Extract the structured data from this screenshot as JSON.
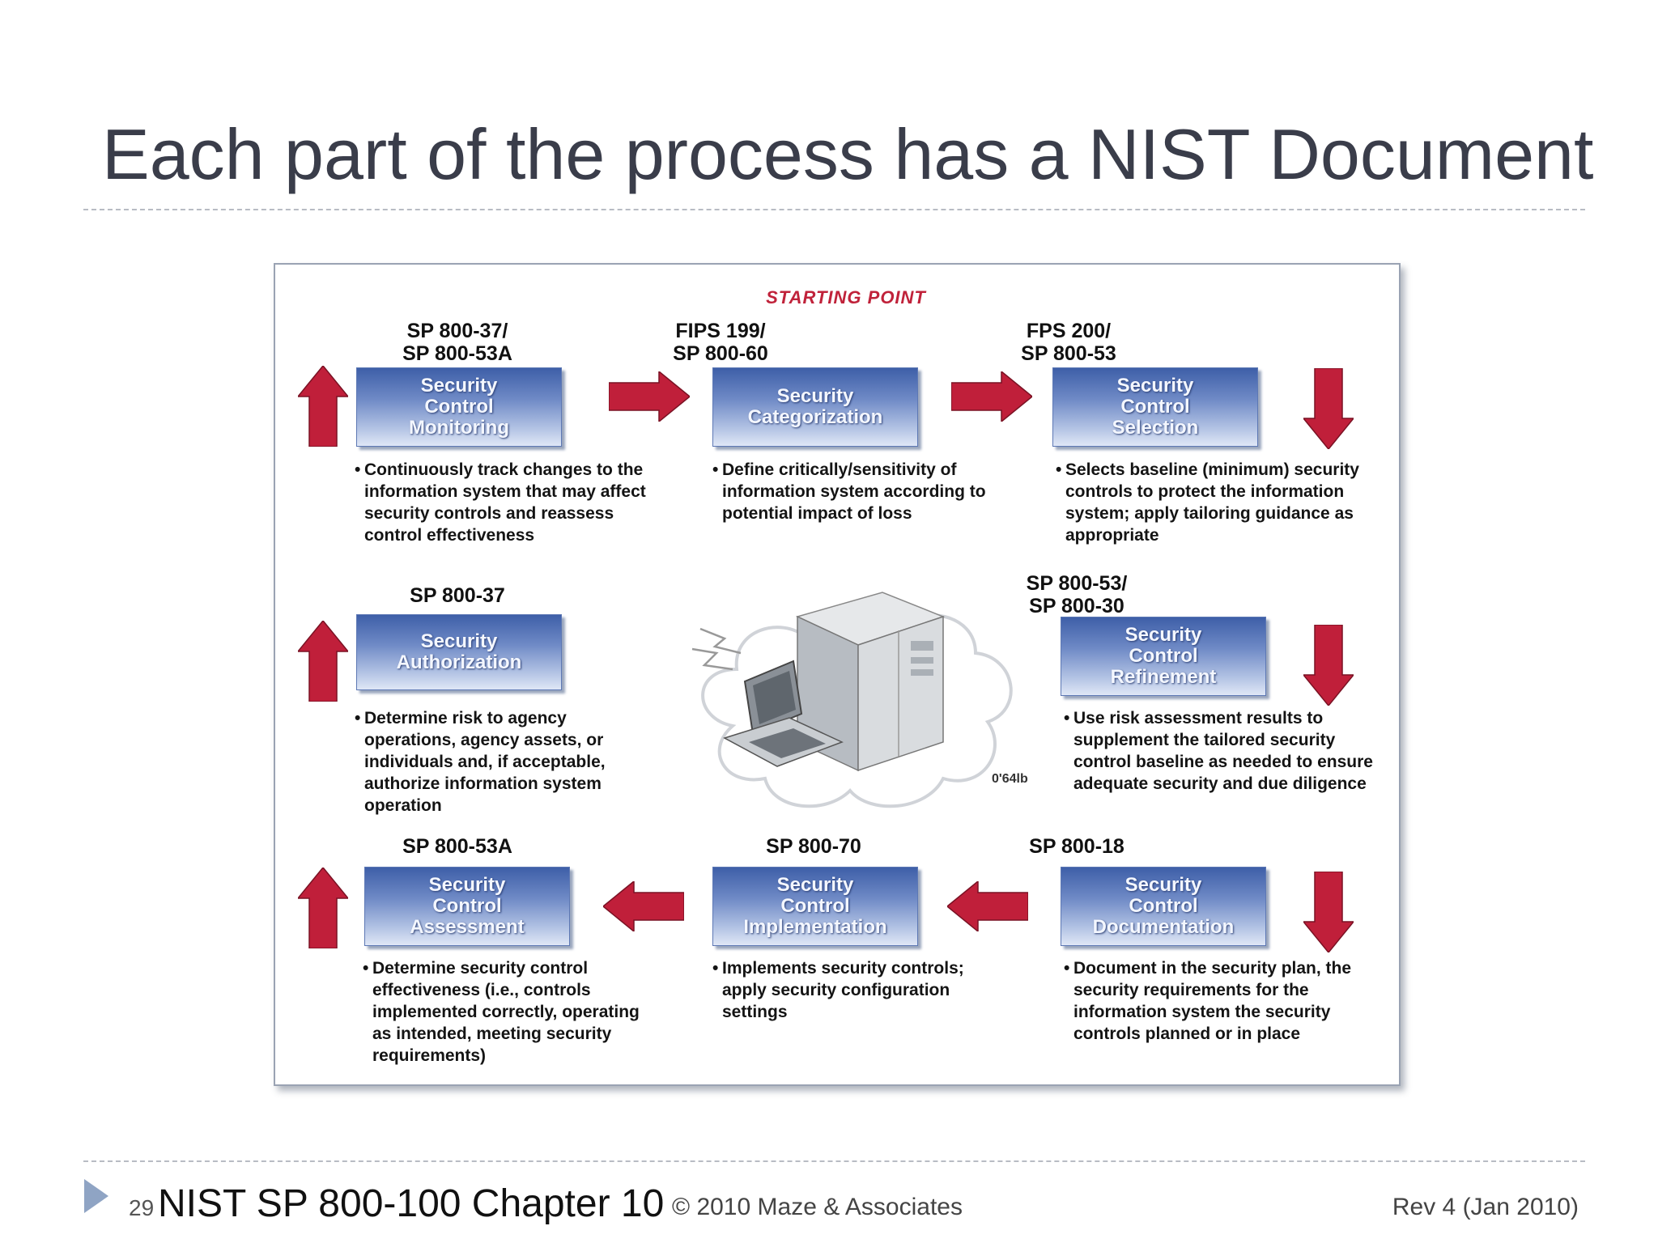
{
  "slide": {
    "title": "Each part of the process has a NIST Document",
    "page_number": "29",
    "footer_title": "NIST SP 800-100 Chapter 10",
    "copyright": "© 2010 Maze & Associates",
    "revision": "Rev 4 (Jan 2010)"
  },
  "diagram": {
    "starting_point": "STARTING POINT",
    "figure_code": "0'64lb",
    "steps": {
      "monitoring": {
        "doc_line1": "SP 800-37/",
        "doc_line2": "SP 800-53A",
        "box_line1": "Security",
        "box_line2": "Control",
        "box_line3": "Monitoring",
        "desc": [
          "Continuously track changes to the",
          "information system that may affect",
          "security controls and reassess",
          "control effectiveness"
        ]
      },
      "categorization": {
        "doc_line1": "FIPS 199/",
        "doc_line2": "SP 800-60",
        "box_line1": "Security",
        "box_line2": "Categorization",
        "desc": [
          "Define critically/sensitivity of",
          "information system according to",
          "potential impact of loss"
        ]
      },
      "selection": {
        "doc_line1": "FPS 200/",
        "doc_line2": "SP 800-53",
        "box_line1": "Security",
        "box_line2": "Control",
        "box_line3": "Selection",
        "desc": [
          "Selects baseline (minimum) security",
          "controls to protect the information",
          "system; apply tailoring guidance as",
          "appropriate"
        ]
      },
      "authorization": {
        "doc_line1": "SP 800-37",
        "box_line1": "Security",
        "box_line2": "Authorization",
        "desc": [
          "Determine risk to agency",
          "operations, agency assets, or",
          "individuals and, if acceptable,",
          "authorize information system",
          "operation"
        ]
      },
      "refinement": {
        "doc_line1": "SP 800-53/",
        "doc_line2": "SP 800-30",
        "box_line1": "Security",
        "box_line2": "Control",
        "box_line3": "Refinement",
        "desc": [
          "Use risk assessment results to",
          "supplement the tailored security",
          "control baseline as needed to ensure",
          "adequate security and due diligence"
        ]
      },
      "assessment": {
        "doc_line1": "SP 800-53A",
        "box_line1": "Security",
        "box_line2": "Control",
        "box_line3": "Assessment",
        "desc": [
          "Determine security control",
          "effectiveness (i.e., controls",
          "implemented correctly, operating",
          "as intended, meeting security",
          "requirements)"
        ]
      },
      "implementation": {
        "doc_line1": "SP 800-70",
        "box_line1": "Security",
        "box_line2": "Control",
        "box_line3": "Implementation",
        "desc": [
          "Implements security controls;",
          "apply security configuration",
          "settings"
        ]
      },
      "documentation": {
        "doc_line1": "SP 800-18",
        "box_line1": "Security",
        "box_line2": "Control",
        "box_line3": "Documentation",
        "desc": [
          "Document in the security plan, the",
          "security requirements for the",
          "information system the security",
          "controls planned or in place"
        ]
      }
    }
  },
  "colors": {
    "arrow_red": "#c01f3a",
    "box_blue": "#4a68ad",
    "title_gray": "#3a3d4a",
    "nav_triangle": "#8fa4c4"
  }
}
